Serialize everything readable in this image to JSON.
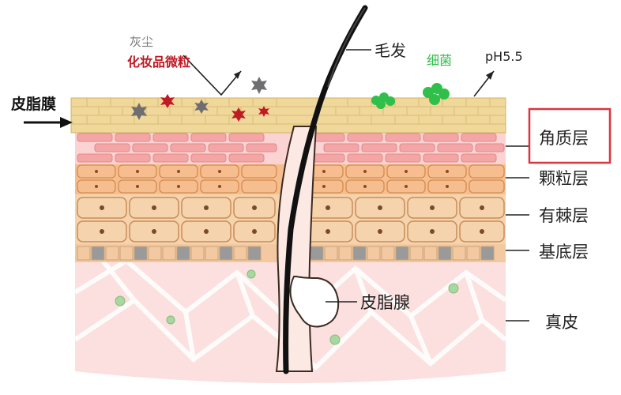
{
  "labels": {
    "dust": "灰尘",
    "cosmetic": "化妆品微粒",
    "sebum_film": "皮脂膜",
    "hair": "毛发",
    "bacteria": "细菌",
    "ph": "pH5.5",
    "stratum_corneum": "角质层",
    "granular": "颗粒层",
    "spinous": "有棘层",
    "basal": "基底层",
    "sebaceous_gland": "皮脂腺",
    "dermis": "真皮"
  },
  "colors": {
    "film": "#f0d79a",
    "corneum_cell": "#f4a6a6",
    "granular_cell": "#f6be8e",
    "spinous_cell": "#f5d3ad",
    "basal_cell": "#f2c9a0",
    "basal_gray": "#9a9a9a",
    "dermis": "#fbe0df",
    "dust": "#6e6e70",
    "cosmetic": "#c01a24",
    "bacteria": "#2fbf4a",
    "highlight_box": "#d9343f"
  },
  "highlighted_layer": "stratum_corneum"
}
